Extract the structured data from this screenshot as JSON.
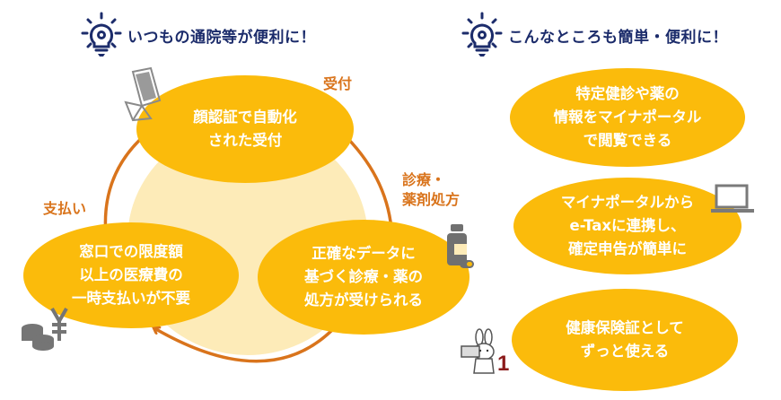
{
  "left_panel": {
    "heading": "いつもの通院等が便利に！",
    "heading_icon": "lightbulb-gear-icon",
    "cycle": [
      {
        "stage_label": "受付",
        "lines": [
          "顔認証で自動化",
          "された受付"
        ],
        "icon": "face-recognition-tablet-icon"
      },
      {
        "stage_label_lines": [
          "診療・",
          "薬剤処方"
        ],
        "lines": [
          "正確なデータに",
          "基づく診療・薬の",
          "処方が受けられる"
        ],
        "icon": "medicine-bottle-icon"
      },
      {
        "stage_label": "支払い",
        "lines": [
          "窓口での限度額",
          "以上の医療費の",
          "一時支払いが不要"
        ],
        "icon": "yen-coins-icon"
      }
    ]
  },
  "right_panel": {
    "heading": "こんなところも簡単・便利に！",
    "heading_icon": "lightbulb-gear-icon",
    "items": [
      {
        "lines": [
          "特定健診や薬の",
          "情報をマイナポータル",
          "で閲覧できる"
        ]
      },
      {
        "lines": [
          "マイナポータルから",
          "e-Taxに連携し、",
          "確定申告が簡単に"
        ],
        "icon": "laptop-icon"
      },
      {
        "lines": [
          "健康保険証として",
          "ずっと使える"
        ],
        "icon": "mascot-rabbit-card-icon",
        "mascot_badge": "1"
      }
    ]
  },
  "colors": {
    "heading": "#1c2c6b",
    "ellipse": "#fbbb0b",
    "halo": "#fdebb8",
    "arrow": "#d9741c",
    "icon_gray": "#7a7a7a",
    "badge": "#8b1a1a"
  }
}
